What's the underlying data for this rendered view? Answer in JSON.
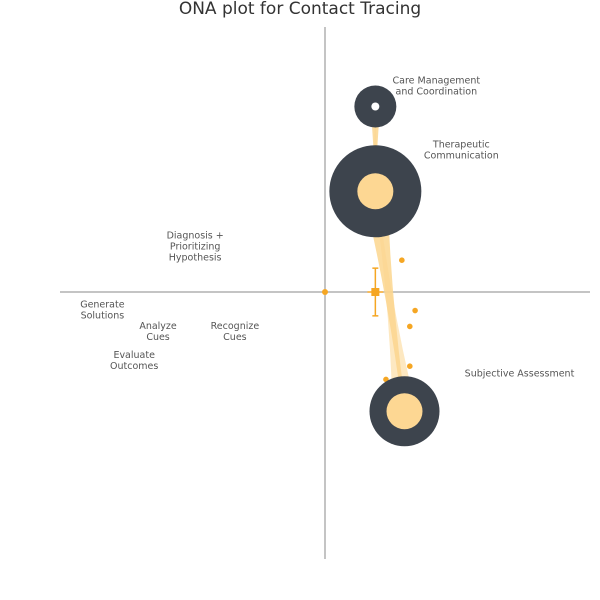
{
  "chart_data": {
    "type": "scatter",
    "title": "ONA plot for Contact Tracing",
    "xlim": [
      -1,
      1
    ],
    "ylim": [
      -1,
      1
    ],
    "colors": {
      "axis": "#888888",
      "node_outer": "#3d444d",
      "node_inner": "#fdd793",
      "edge": "#fcd68e",
      "point": "#f5a623",
      "label": "#555555"
    },
    "nodes": [
      {
        "label": [
          "Care Management",
          "and Coordination"
        ],
        "x": 0.19,
        "y": 0.7,
        "outer_r": 21,
        "inner_r": 4,
        "label_side": "right"
      },
      {
        "label": [
          "Therapeutic",
          "Communication"
        ],
        "x": 0.19,
        "y": 0.38,
        "outer_r": 46,
        "inner_r": 18,
        "label_side": "right"
      },
      {
        "label": [
          "Subjective Assessment"
        ],
        "x": 0.3,
        "y": -0.45,
        "outer_r": 35,
        "inner_r": 18,
        "label_side": "right"
      },
      {
        "label": [
          "Diagnosis +",
          "Prioritizing",
          "Hypothesis"
        ],
        "x": -0.49,
        "y": 0.16,
        "outer_r": 0,
        "inner_r": 0,
        "label_side": "center"
      },
      {
        "label": [
          "Generate",
          "Solutions"
        ],
        "x": -0.84,
        "y": -0.08,
        "outer_r": 0,
        "inner_r": 0,
        "label_side": "center"
      },
      {
        "label": [
          "Analyze",
          "Cues"
        ],
        "x": -0.63,
        "y": -0.16,
        "outer_r": 0,
        "inner_r": 0,
        "label_side": "center"
      },
      {
        "label": [
          "Recognize",
          "Cues"
        ],
        "x": -0.34,
        "y": -0.16,
        "outer_r": 0,
        "inner_r": 0,
        "label_side": "center"
      },
      {
        "label": [
          "Evaluate",
          "Outcomes"
        ],
        "x": -0.72,
        "y": -0.27,
        "outer_r": 0,
        "inner_r": 0,
        "label_side": "center"
      }
    ],
    "edges": [
      {
        "from": 0,
        "to": 1,
        "width": 10
      },
      {
        "from": 1,
        "to": 2,
        "width": 24
      }
    ],
    "points": [
      {
        "x": 0.29,
        "y": 0.12
      },
      {
        "x": 0.34,
        "y": -0.07
      },
      {
        "x": 0.32,
        "y": -0.13
      },
      {
        "x": 0.32,
        "y": -0.28
      },
      {
        "x": 0.23,
        "y": -0.33
      }
    ],
    "means": [
      {
        "x": 0.0,
        "y": 0.0,
        "ci_x": 0,
        "ci_y": 0,
        "shape": "dot"
      },
      {
        "x": 0.19,
        "y": 0.0,
        "ci_x": 0.03,
        "ci_y": 0.09,
        "shape": "square"
      }
    ]
  }
}
